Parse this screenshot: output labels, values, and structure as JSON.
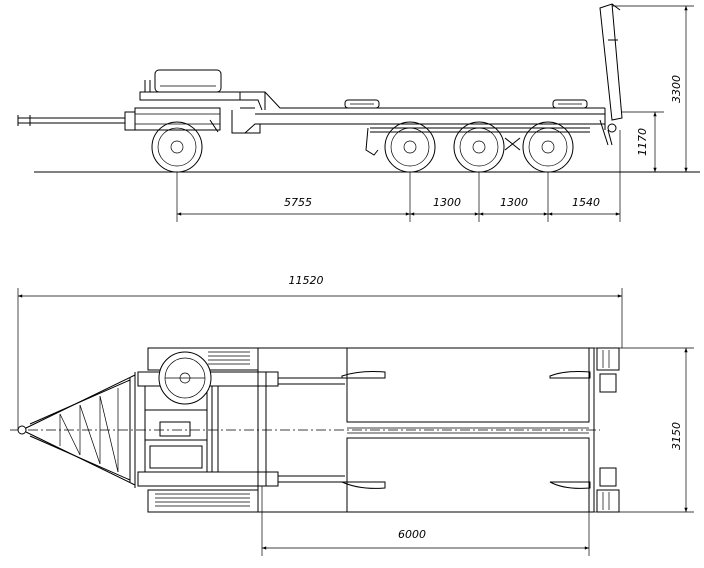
{
  "dimensions": {
    "side": {
      "wheelbase_front": "5755",
      "axle_spacing_1": "1300",
      "axle_spacing_2": "1300",
      "rear_overhang": "1540",
      "total_height": "3300",
      "deck_height": "1170"
    },
    "top": {
      "overall_length": "11520",
      "overall_width": "3150",
      "platform_length": "6000"
    }
  }
}
